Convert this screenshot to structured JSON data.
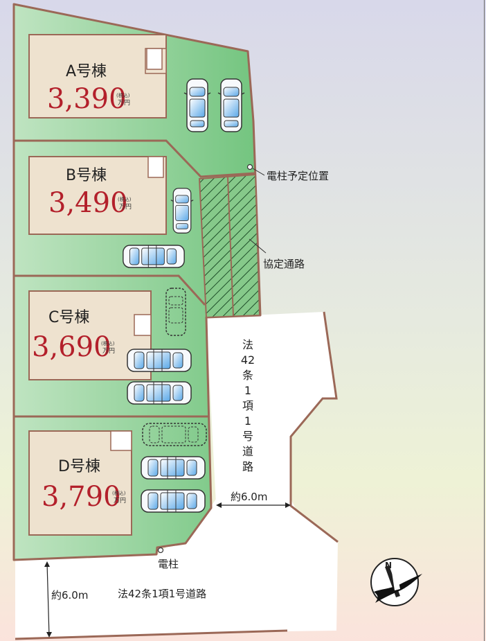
{
  "lots": [
    {
      "name": "A号棟",
      "price": "3,390",
      "tax": "(税込)",
      "unit": "万円"
    },
    {
      "name": "B号棟",
      "price": "3,490",
      "tax": "(税込)",
      "unit": "万円"
    },
    {
      "name": "C号棟",
      "price": "3,690",
      "tax": "(税込)",
      "unit": "万円"
    },
    {
      "name": "D号棟",
      "price": "3,790",
      "tax": "(税込)",
      "unit": "万円"
    }
  ],
  "labels": {
    "pole_planned": "電柱予定位置",
    "agreement_road": "協定通路",
    "pole": "電柱",
    "side_road_chars": [
      "法",
      "42",
      "条",
      "1",
      "項",
      "1",
      "号",
      "道",
      "路"
    ],
    "side_road_width": "約6.0m",
    "front_road_width": "約6.0m",
    "front_road": "法42条1項1号道路"
  },
  "compass": {
    "north": "N"
  },
  "colors": {
    "lot_green": "#8fcf94",
    "lot_border": "#9b6857",
    "house": "#eee2cf",
    "price": "#b3202b"
  }
}
